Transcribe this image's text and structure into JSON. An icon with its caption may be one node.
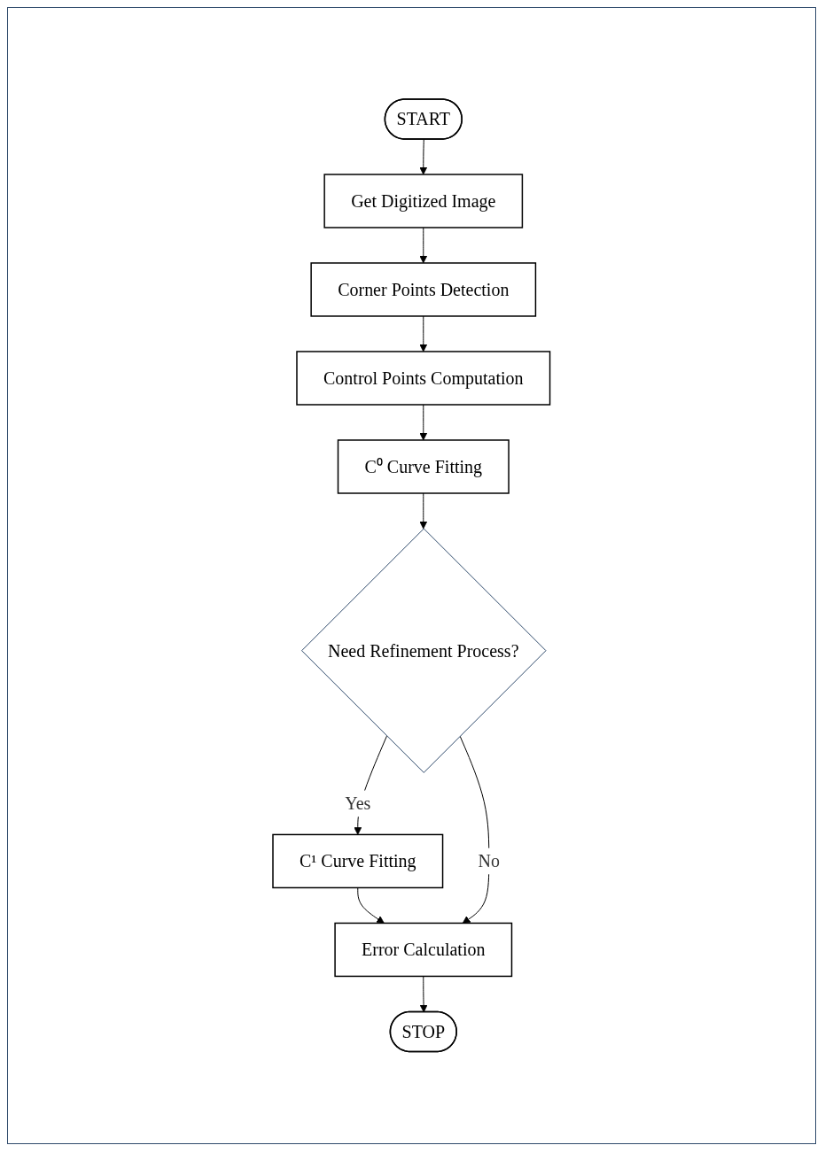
{
  "diagram": {
    "nodes": [
      {
        "text": [
          "START"
        ]
      },
      {
        "text": [
          "Get Digitized Image"
        ]
      },
      {
        "text": [
          "Corner Points Detection"
        ]
      },
      {
        "text": [
          "Control Points Computation"
        ]
      },
      {
        "text": [
          "C⁰ Curve Fitting"
        ]
      },
      {
        "text": [
          "Need Refinement Process?"
        ]
      },
      {
        "text": [
          "C¹ Curve Fitting"
        ]
      },
      {
        "text": [
          "Error Calculation"
        ]
      },
      {
        "text": [
          "STOP"
        ]
      }
    ],
    "edges": [
      {
        "from": 0,
        "to": 1,
        "arrow": "to"
      },
      {
        "from": 1,
        "to": 2,
        "arrow": "to"
      },
      {
        "from": 2,
        "to": 3,
        "arrow": "to"
      },
      {
        "from": 3,
        "to": 4,
        "arrow": "to"
      },
      {
        "from": 4,
        "to": 5,
        "arrow": "to"
      },
      {
        "from": 5,
        "to": 6,
        "arrow": "to",
        "label": "Yes"
      },
      {
        "from": 6,
        "to": 7,
        "arrow": "to"
      },
      {
        "from": 5,
        "to": 7,
        "arrow": "to",
        "label": "No"
      },
      {
        "from": 7,
        "to": 8,
        "arrow": "to"
      }
    ]
  }
}
